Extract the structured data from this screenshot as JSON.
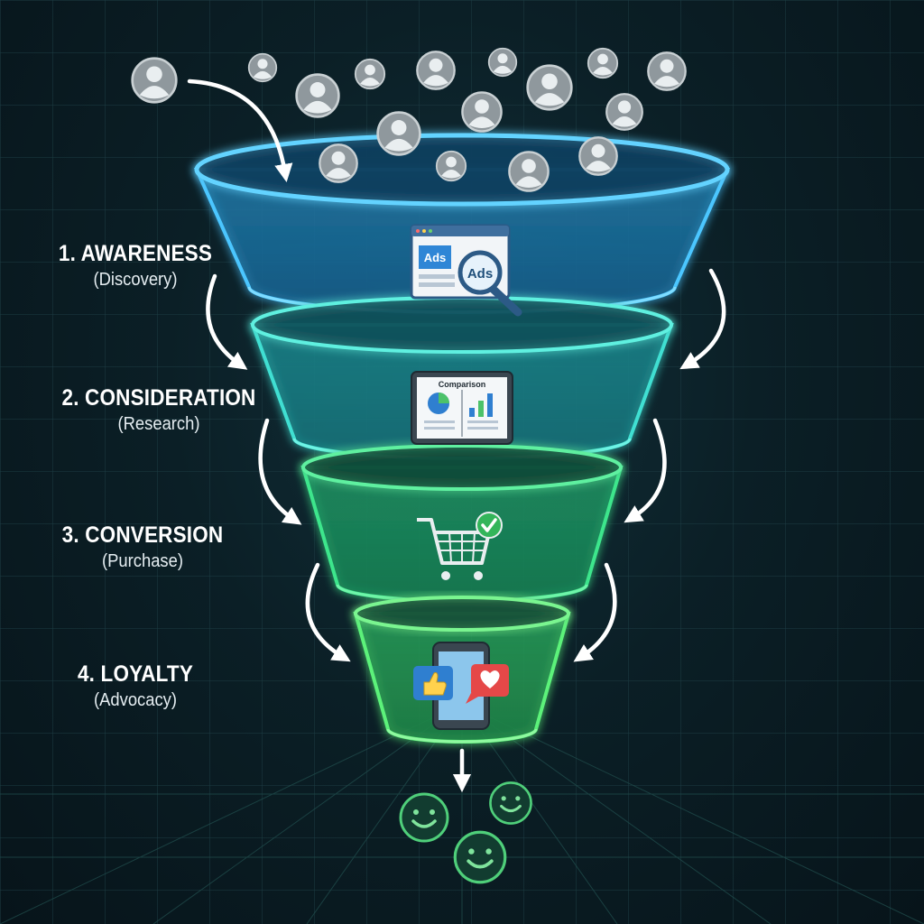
{
  "colors": {
    "background": "#0b1f26",
    "awareness": "#3fb8ff",
    "consideration": "#38e0d0",
    "conversion": "#3ee68c",
    "loyalty": "#5cf27a",
    "user_icon": "#9aa3a8",
    "smiley": "#4fcf7a"
  },
  "stages": [
    {
      "title": "1. AWARENESS",
      "subtitle": "(Discovery)",
      "icon": "ads-browser-icon"
    },
    {
      "title": "2. CONSIDERATION",
      "subtitle": "(Research)",
      "icon": "comparison-tablet-icon"
    },
    {
      "title": "3. CONVERSION",
      "subtitle": "(Purchase)",
      "icon": "shopping-cart-check-icon"
    },
    {
      "title": "4. LOYALTY",
      "subtitle": "(Advocacy)",
      "icon": "phone-like-heart-icon"
    }
  ],
  "icons": {
    "ads_label_browser": "Ads",
    "ads_label_magnifier": "Ads",
    "comparison_label": "Comparison"
  },
  "people_icon": "user-avatar-icon",
  "outcome_icon": "smiley-face-icon"
}
